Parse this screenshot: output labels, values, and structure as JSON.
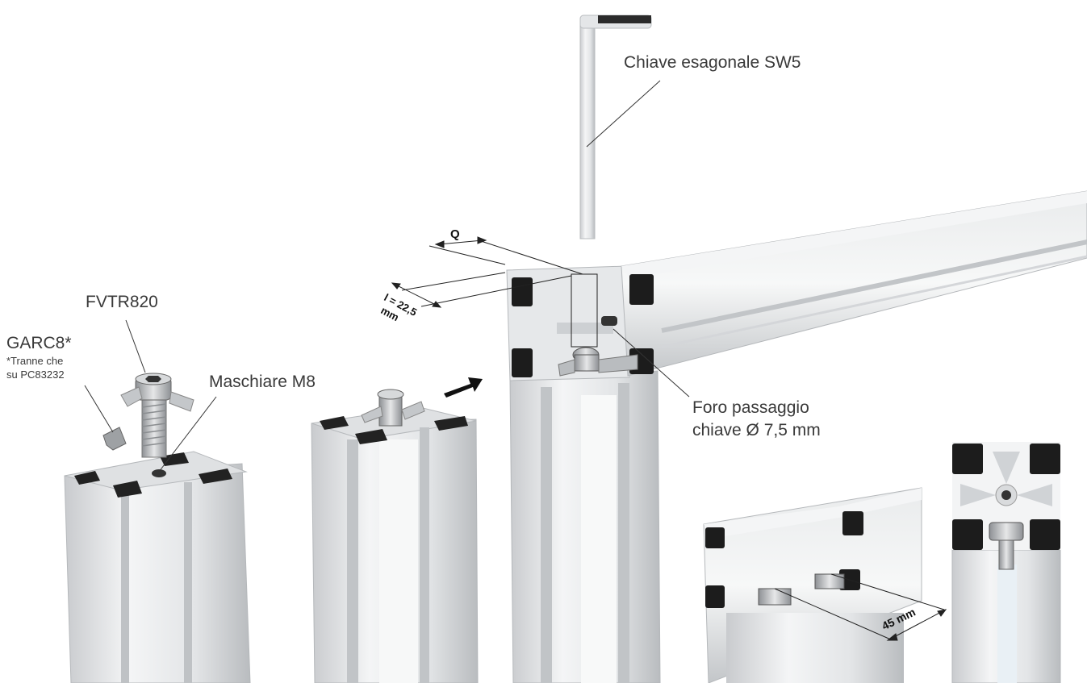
{
  "labels": {
    "hex_key": "Chiave esagonale SW5",
    "fvtr": "FVTR820",
    "garc": "GARC8*",
    "garc_note_1": "*Tranne che",
    "garc_note_2": "su PC83232",
    "tap": "Maschiare M8",
    "hole_1": "Foro passaggio",
    "hole_2": "chiave Ø 7,5 mm",
    "q": "Q",
    "l_1": "l = 22,5",
    "l_2": "mm",
    "dist": "45 mm"
  },
  "colors": {
    "aluminium_light": "#f1f2f3",
    "aluminium_mid": "#d6d8da",
    "aluminium_dark": "#a8abae",
    "slot_black": "#1a1a1a",
    "text": "#3a3a3a"
  }
}
